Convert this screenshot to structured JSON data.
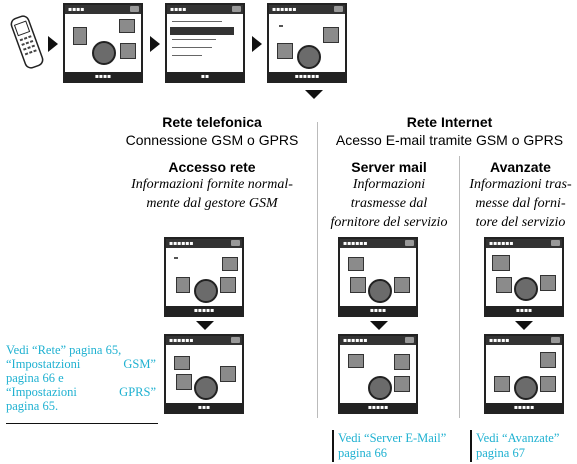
{
  "network": {
    "title": "Rete telefonica",
    "subtitle": "Connessione GSM o GPRS",
    "access_title": "Accesso rete",
    "access_desc_1": "Informazioni fornite normal-",
    "access_desc_2": "mente dal gestore GSM",
    "ref_lines": [
      "Vedi “Rete” pagina 65,",
      "“Impostatzioni GSM”",
      "pagina 66 e",
      "“Impostazioni GPRS”",
      "pagina 65."
    ]
  },
  "internet": {
    "title": "Rete Internet",
    "subtitle": "Acesso E-mail tramite GSM o GPRS",
    "server_title": "Server mail",
    "server_desc": [
      "Informazioni",
      "trasmesse dal",
      "fornitore del servizio"
    ],
    "advanced_title": "Avanzate",
    "advanced_desc": [
      "Informazioni tras-",
      "messe dal forni-",
      "tore del servizio"
    ],
    "server_ref": [
      "Vedi “Server E-Mail”",
      "pagina 66"
    ],
    "advanced_ref": [
      "Vedi “Avanzate”",
      "pagina 67"
    ]
  },
  "colors": {
    "link": "#1fb1d1",
    "rule": "#bbbbbb"
  },
  "icons": [
    "phone-icon",
    "arrow-right-icon",
    "arrow-down-icon",
    "phone-screen-icon"
  ]
}
